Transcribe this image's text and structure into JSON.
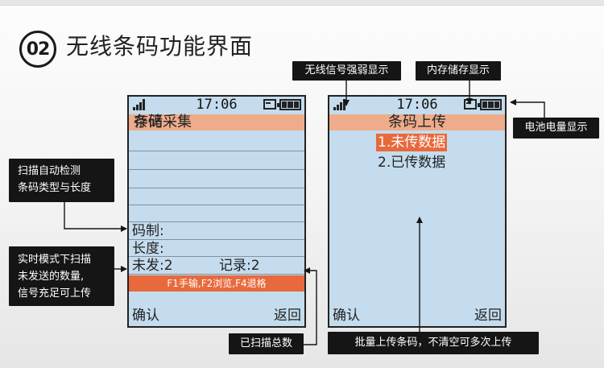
{
  "step_number": "02",
  "heading": "无线条码功能界面",
  "screen1": {
    "time": "17:06",
    "title_left": "存储",
    "title_right": "条码采集",
    "fields": [
      "码制:",
      "长度:"
    ],
    "unsent": "未发:2",
    "records": "记录:2",
    "function_bar": "F1手输,F2浏览,F4退格",
    "softkey_left": "确认",
    "softkey_right": "返回"
  },
  "screen2": {
    "time": "17:06",
    "title": "条码上传",
    "menu": [
      "1.未传数据",
      "2.已传数据"
    ],
    "selected_index": 0,
    "softkey_left": "确认",
    "softkey_right": "返回"
  },
  "annotations": {
    "signal": "无线信号强弱显示",
    "memory": "内存储存显示",
    "battery": "电池电量显示",
    "detect_line1": "扫描自动检测",
    "detect_line2": "条码类型与长度",
    "realtime_line1": "实时模式下扫描",
    "realtime_line2": "未发送的数量,",
    "realtime_line3": "信号充足可上传",
    "total": "已扫描总数",
    "batch": "批量上传条码，不清空可多次上传"
  },
  "colors": {
    "screen_bg": "#c4dced",
    "title_bar": "#eeac8b",
    "highlight": "#e8693c",
    "annotation_bg": "#151515"
  },
  "icons": [
    "signal-icon",
    "memory-icon",
    "battery-icon"
  ]
}
